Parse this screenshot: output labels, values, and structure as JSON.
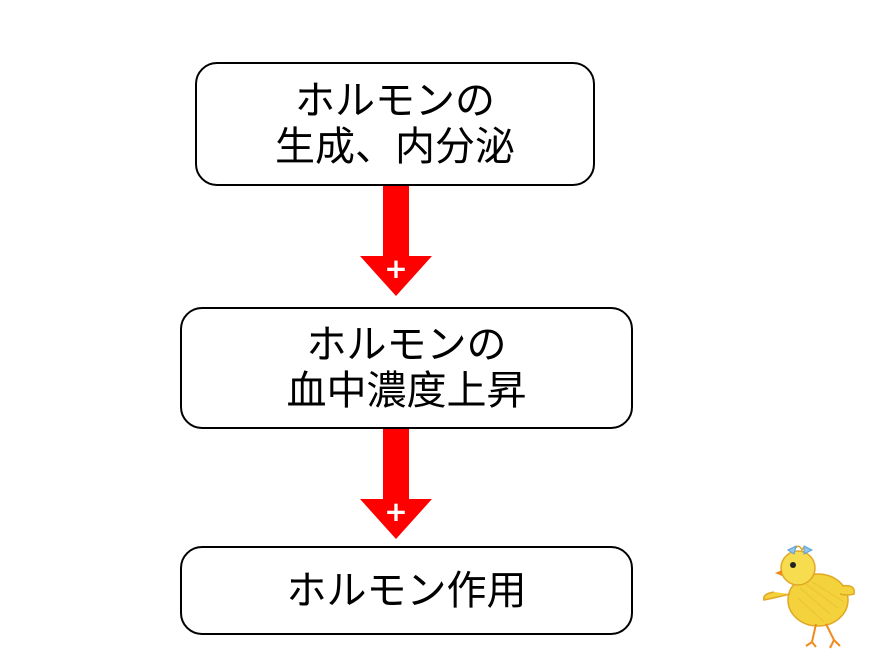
{
  "diagram": {
    "steps": [
      {
        "line1": "ホルモンの",
        "line2": "生成、内分泌"
      },
      {
        "line1": "ホルモンの",
        "line2": "血中濃度上昇"
      },
      {
        "line1": "ホルモン作用"
      }
    ],
    "arrows": [
      {
        "sign": "+"
      },
      {
        "sign": "+"
      }
    ]
  },
  "colors": {
    "arrow": "#ff0000",
    "box_border": "#000000",
    "chick": "#f3d23c"
  },
  "decoration": {
    "icon": "chick-icon"
  }
}
